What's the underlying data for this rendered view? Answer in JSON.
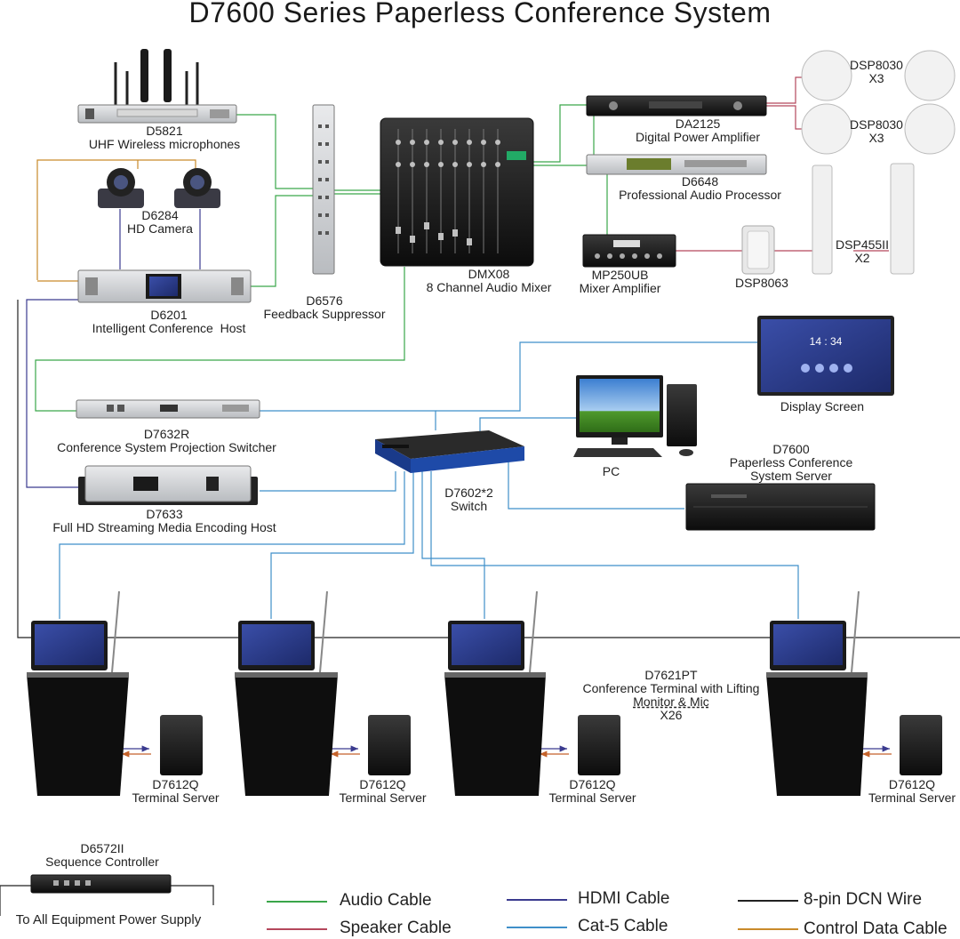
{
  "title": "D7600 Series Paperless Conference System",
  "devices": {
    "d5821": {
      "model": "D5821",
      "desc": "UHF Wireless microphones"
    },
    "d6284": {
      "model": "D6284",
      "desc": "HD Camera"
    },
    "d6201": {
      "model": "D6201",
      "desc": "Intelligent Conference  Host"
    },
    "d6576": {
      "model": "D6576",
      "desc": "Feedback Suppressor"
    },
    "dmx08": {
      "model": "DMX08",
      "desc": "8 Channel Audio Mixer"
    },
    "da2125": {
      "model": "DA2125",
      "desc": "Digital Power Amplifier"
    },
    "d6648": {
      "model": "D6648",
      "desc": "Professional Audio Processor"
    },
    "mp250ub": {
      "model": "MP250UB",
      "desc": "Mixer Amplifier"
    },
    "dsp8063": {
      "model": "DSP8063"
    },
    "dsp8030a": {
      "model": "DSP8030",
      "qty": "X3"
    },
    "dsp8030b": {
      "model": "DSP8030",
      "qty": "X3"
    },
    "dsp455": {
      "model": "DSP455II",
      "qty": "X2"
    },
    "display": {
      "desc": "Display Screen",
      "clock": "14 : 34"
    },
    "pc": {
      "desc": "PC"
    },
    "d7600": {
      "model": "D7600",
      "desc1": "Paperless Conference",
      "desc2": "System Server"
    },
    "d7632r": {
      "model": "D7632R",
      "desc": "Conference System Projection Switcher"
    },
    "d7633": {
      "model": "D7633",
      "desc": "Full HD Streaming Media Encoding Host"
    },
    "switch": {
      "model": "D7602*2",
      "desc": "Switch"
    },
    "d7621pt": {
      "model": "D7621PT",
      "desc1": "Conference Terminal with Lifting",
      "desc2": "Monitor & Mic",
      "qty": "X26"
    },
    "d7612q": {
      "model": "D7612Q",
      "desc": "Terminal Server"
    },
    "d6572": {
      "model": "D6572II",
      "desc": "Sequence Controller",
      "note": "To All Equipment Power Supply"
    }
  },
  "legend": [
    {
      "label": "Audio Cable",
      "color": "#3aa64a"
    },
    {
      "label": "Speaker Cable",
      "color": "#b5475c"
    },
    {
      "label": "HDMI Cable",
      "color": "#3b3b8f"
    },
    {
      "label": "Cat-5 Cable",
      "color": "#3f8fc9"
    },
    {
      "label": "8-pin DCN Wire",
      "color": "#222222"
    },
    {
      "label": "Control Data Cable",
      "color": "#c98a2a"
    }
  ]
}
